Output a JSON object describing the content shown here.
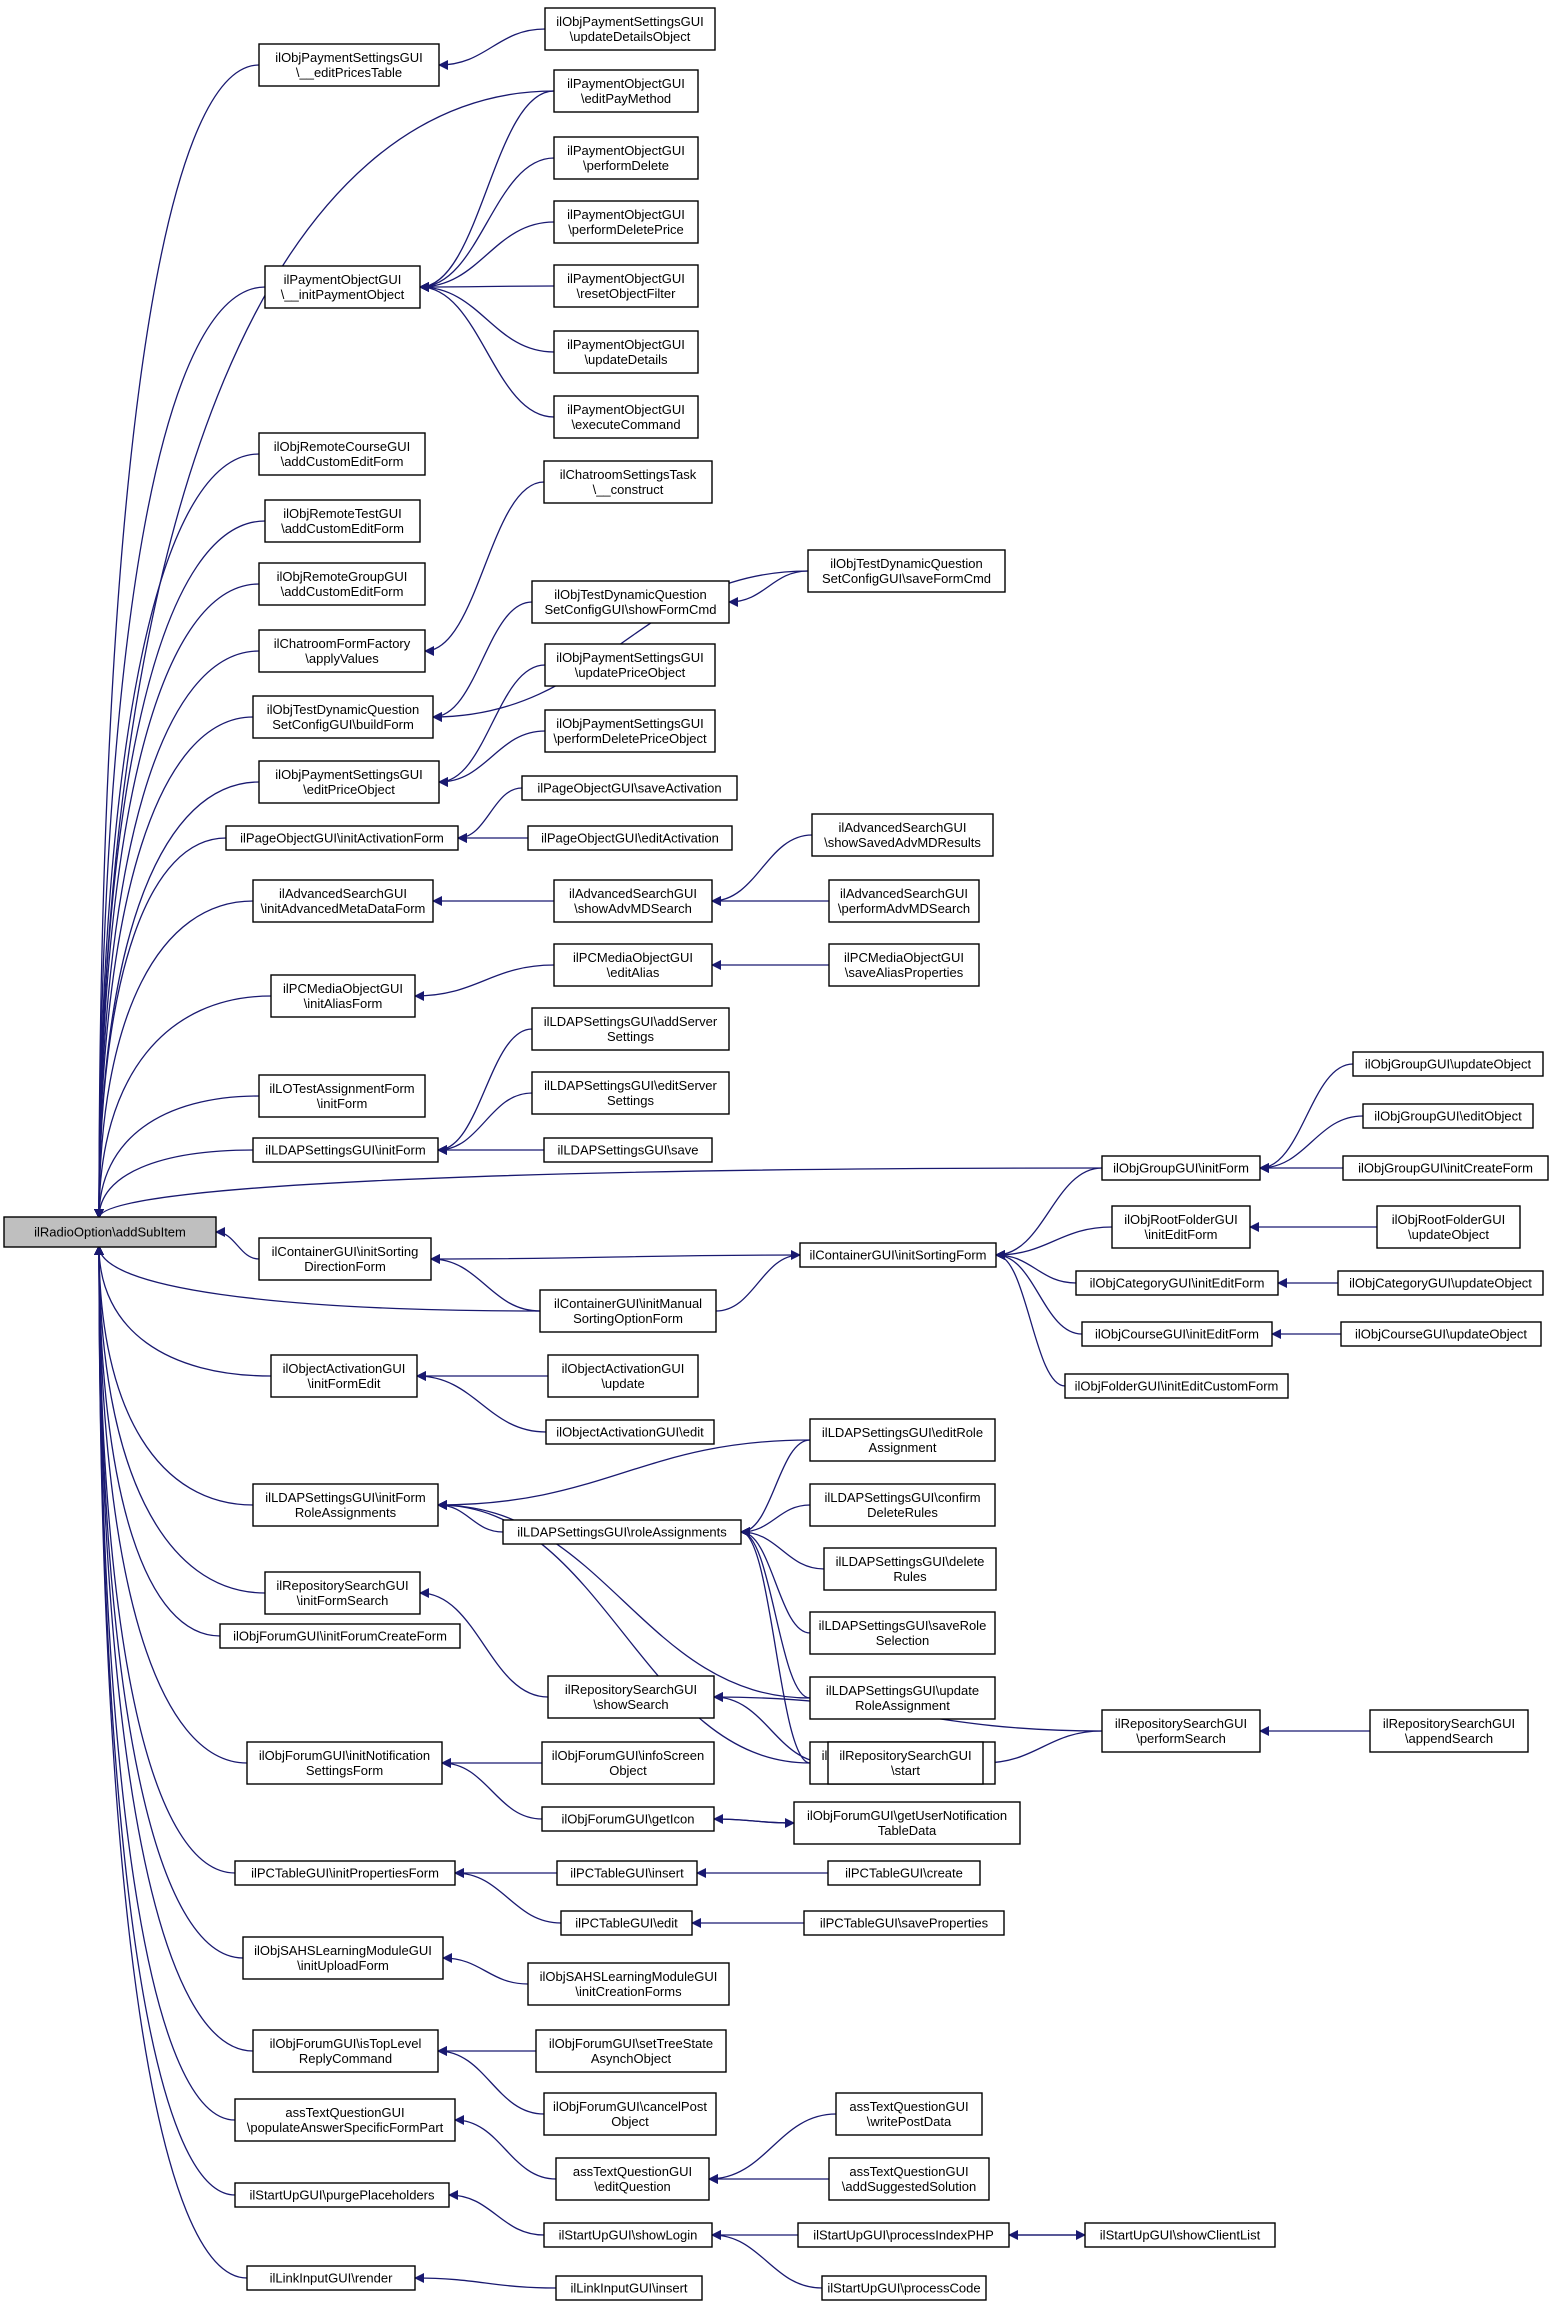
{
  "colors": {
    "edge": "#191970",
    "node_fill": "#ffffff",
    "root_fill": "#bfbfbf",
    "border": "#000000"
  },
  "nodes": [
    {
      "id": "root",
      "lines": [
        "ilRadioOption\\addSubItem"
      ]
    },
    {
      "id": "ps_editPricesTable",
      "lines": [
        "ilObjPaymentSettingsGUI",
        "\\__editPricesTable"
      ]
    },
    {
      "id": "ps_updateDetailsObject",
      "lines": [
        "ilObjPaymentSettingsGUI",
        "\\updateDetailsObject"
      ]
    },
    {
      "id": "po_initPaymentObject",
      "lines": [
        "ilPaymentObjectGUI",
        "\\__initPaymentObject"
      ]
    },
    {
      "id": "po_editPayMethod",
      "lines": [
        "ilPaymentObjectGUI",
        "\\editPayMethod"
      ]
    },
    {
      "id": "po_performDelete",
      "lines": [
        "ilPaymentObjectGUI",
        "\\performDelete"
      ]
    },
    {
      "id": "po_performDeletePrice",
      "lines": [
        "ilPaymentObjectGUI",
        "\\performDeletePrice"
      ]
    },
    {
      "id": "po_resetObjectFilter",
      "lines": [
        "ilPaymentObjectGUI",
        "\\resetObjectFilter"
      ]
    },
    {
      "id": "po_updateDetails",
      "lines": [
        "ilPaymentObjectGUI",
        "\\updateDetails"
      ]
    },
    {
      "id": "po_executeCommand",
      "lines": [
        "ilPaymentObjectGUI",
        "\\executeCommand"
      ]
    },
    {
      "id": "remoteCourse",
      "lines": [
        "ilObjRemoteCourseGUI",
        "\\addCustomEditForm"
      ]
    },
    {
      "id": "remoteTest",
      "lines": [
        "ilObjRemoteTestGUI",
        "\\addCustomEditForm"
      ]
    },
    {
      "id": "remoteGroup",
      "lines": [
        "ilObjRemoteGroupGUI",
        "\\addCustomEditForm"
      ]
    },
    {
      "id": "chatFactory",
      "lines": [
        "ilChatroomFormFactory",
        "\\applyValues"
      ]
    },
    {
      "id": "chatTask",
      "lines": [
        "ilChatroomSettingsTask",
        "\\__construct"
      ]
    },
    {
      "id": "tdq_buildForm",
      "lines": [
        "ilObjTestDynamicQuestion",
        "SetConfigGUI\\buildForm"
      ]
    },
    {
      "id": "tdq_showFormCmd",
      "lines": [
        "ilObjTestDynamicQuestion",
        "SetConfigGUI\\showFormCmd"
      ]
    },
    {
      "id": "tdq_saveFormCmd",
      "lines": [
        "ilObjTestDynamicQuestion",
        "SetConfigGUI\\saveFormCmd"
      ]
    },
    {
      "id": "ps_editPriceObject",
      "lines": [
        "ilObjPaymentSettingsGUI",
        "\\editPriceObject"
      ]
    },
    {
      "id": "ps_updatePriceObject",
      "lines": [
        "ilObjPaymentSettingsGUI",
        "\\updatePriceObject"
      ]
    },
    {
      "id": "ps_performDeletePriceObject",
      "lines": [
        "ilObjPaymentSettingsGUI",
        "\\performDeletePriceObject"
      ]
    },
    {
      "id": "pg_initActivationForm",
      "lines": [
        "ilPageObjectGUI\\initActivationForm"
      ]
    },
    {
      "id": "pg_saveActivation",
      "lines": [
        "ilPageObjectGUI\\saveActivation"
      ]
    },
    {
      "id": "pg_editActivation",
      "lines": [
        "ilPageObjectGUI\\editActivation"
      ]
    },
    {
      "id": "as_initAdvanced",
      "lines": [
        "ilAdvancedSearchGUI",
        "\\initAdvancedMetaDataForm"
      ]
    },
    {
      "id": "as_showAdvMD",
      "lines": [
        "ilAdvancedSearchGUI",
        "\\showAdvMDSearch"
      ]
    },
    {
      "id": "as_showSaved",
      "lines": [
        "ilAdvancedSearchGUI",
        "\\showSavedAdvMDResults"
      ]
    },
    {
      "id": "as_performAdvMD",
      "lines": [
        "ilAdvancedSearchGUI",
        "\\performAdvMDSearch"
      ]
    },
    {
      "id": "pcm_initAliasForm",
      "lines": [
        "ilPCMediaObjectGUI",
        "\\initAliasForm"
      ]
    },
    {
      "id": "pcm_editAlias",
      "lines": [
        "ilPCMediaObjectGUI",
        "\\editAlias"
      ]
    },
    {
      "id": "pcm_saveAlias",
      "lines": [
        "ilPCMediaObjectGUI",
        "\\saveAliasProperties"
      ]
    },
    {
      "id": "lo_initForm",
      "lines": [
        "ilLOTestAssignmentForm",
        "\\initForm"
      ]
    },
    {
      "id": "ldap_initForm",
      "lines": [
        "ilLDAPSettingsGUI\\initForm"
      ]
    },
    {
      "id": "ldap_addServer",
      "lines": [
        "ilLDAPSettingsGUI\\addServer",
        "Settings"
      ]
    },
    {
      "id": "ldap_editServer",
      "lines": [
        "ilLDAPSettingsGUI\\editServer",
        "Settings"
      ]
    },
    {
      "id": "ldap_save",
      "lines": [
        "ilLDAPSettingsGUI\\save"
      ]
    },
    {
      "id": "grp_initForm",
      "lines": [
        "ilObjGroupGUI\\initForm"
      ]
    },
    {
      "id": "grp_updateObject",
      "lines": [
        "ilObjGroupGUI\\updateObject"
      ]
    },
    {
      "id": "grp_editObject",
      "lines": [
        "ilObjGroupGUI\\editObject"
      ]
    },
    {
      "id": "grp_initCreateForm",
      "lines": [
        "ilObjGroupGUI\\initCreateForm"
      ]
    },
    {
      "id": "cont_initSortingDir",
      "lines": [
        "ilContainerGUI\\initSorting",
        "DirectionForm"
      ]
    },
    {
      "id": "cont_initSortingForm",
      "lines": [
        "ilContainerGUI\\initSortingForm"
      ]
    },
    {
      "id": "cont_initManual",
      "lines": [
        "ilContainerGUI\\initManual",
        "SortingOptionForm"
      ]
    },
    {
      "id": "rf_initEditForm",
      "lines": [
        "ilObjRootFolderGUI",
        "\\initEditForm"
      ]
    },
    {
      "id": "rf_updateObject",
      "lines": [
        "ilObjRootFolderGUI",
        "\\updateObject"
      ]
    },
    {
      "id": "cat_initEditForm",
      "lines": [
        "ilObjCategoryGUI\\initEditForm"
      ]
    },
    {
      "id": "cat_updateObject",
      "lines": [
        "ilObjCategoryGUI\\updateObject"
      ]
    },
    {
      "id": "crs_initEditForm",
      "lines": [
        "ilObjCourseGUI\\initEditForm"
      ]
    },
    {
      "id": "crs_updateObject",
      "lines": [
        "ilObjCourseGUI\\updateObject"
      ]
    },
    {
      "id": "fold_initEditCustom",
      "lines": [
        "ilObjFolderGUI\\initEditCustomForm"
      ]
    },
    {
      "id": "oa_initFormEdit",
      "lines": [
        "ilObjectActivationGUI",
        "\\initFormEdit"
      ]
    },
    {
      "id": "oa_update",
      "lines": [
        "ilObjectActivationGUI",
        "\\update"
      ]
    },
    {
      "id": "oa_edit",
      "lines": [
        "ilObjectActivationGUI\\edit"
      ]
    },
    {
      "id": "ldap_initFormRole",
      "lines": [
        "ilLDAPSettingsGUI\\initForm",
        "RoleAssignments"
      ]
    },
    {
      "id": "ldap_roleAssignments",
      "lines": [
        "ilLDAPSettingsGUI\\roleAssignments"
      ]
    },
    {
      "id": "ldap_editRole",
      "lines": [
        "ilLDAPSettingsGUI\\editRole",
        "Assignment"
      ]
    },
    {
      "id": "ldap_confirmDelete",
      "lines": [
        "ilLDAPSettingsGUI\\confirm",
        "DeleteRules"
      ]
    },
    {
      "id": "ldap_deleteRules",
      "lines": [
        "ilLDAPSettingsGUI\\delete",
        "Rules"
      ]
    },
    {
      "id": "ldap_saveRoleSel",
      "lines": [
        "ilLDAPSettingsGUI\\saveRole",
        "Selection"
      ]
    },
    {
      "id": "ldap_updateRole",
      "lines": [
        "ilLDAPSettingsGUI\\update",
        "RoleAssignment"
      ]
    },
    {
      "id": "ldap_addRole",
      "lines": [
        "ilLDAPSettingsGUI\\addRole",
        "Assignment"
      ]
    },
    {
      "id": "rs_initFormSearch",
      "lines": [
        "ilRepositorySearchGUI",
        "\\initFormSearch"
      ]
    },
    {
      "id": "forum_initCreate",
      "lines": [
        "ilObjForumGUI\\initForumCreateForm"
      ]
    },
    {
      "id": "rs_showSearch",
      "lines": [
        "ilRepositorySearchGUI",
        "\\showSearch"
      ]
    },
    {
      "id": "rs_start",
      "lines": [
        "ilRepositorySearchGUI",
        "\\start"
      ]
    },
    {
      "id": "rs_performSearch",
      "lines": [
        "ilRepositorySearchGUI",
        "\\performSearch"
      ]
    },
    {
      "id": "rs_appendSearch",
      "lines": [
        "ilRepositorySearchGUI",
        "\\appendSearch"
      ]
    },
    {
      "id": "forum_initNotif",
      "lines": [
        "ilObjForumGUI\\initNotification",
        "SettingsForm"
      ]
    },
    {
      "id": "forum_infoScreen",
      "lines": [
        "ilObjForumGUI\\infoScreen",
        "Object"
      ]
    },
    {
      "id": "forum_getIcon",
      "lines": [
        "ilObjForumGUI\\getIcon"
      ]
    },
    {
      "id": "forum_getUserNotif",
      "lines": [
        "ilObjForumGUI\\getUserNotification",
        "TableData"
      ]
    },
    {
      "id": "pct_initProps",
      "lines": [
        "ilPCTableGUI\\initPropertiesForm"
      ]
    },
    {
      "id": "pct_insert",
      "lines": [
        "ilPCTableGUI\\insert"
      ]
    },
    {
      "id": "pct_create",
      "lines": [
        "ilPCTableGUI\\create"
      ]
    },
    {
      "id": "pct_edit",
      "lines": [
        "ilPCTableGUI\\edit"
      ]
    },
    {
      "id": "pct_saveProps",
      "lines": [
        "ilPCTableGUI\\saveProperties"
      ]
    },
    {
      "id": "sahs_initUpload",
      "lines": [
        "ilObjSAHSLearningModuleGUI",
        "\\initUploadForm"
      ]
    },
    {
      "id": "sahs_initCreation",
      "lines": [
        "ilObjSAHSLearningModuleGUI",
        "\\initCreationForms"
      ]
    },
    {
      "id": "forum_isTopLevel",
      "lines": [
        "ilObjForumGUI\\isTopLevel",
        "ReplyCommand"
      ]
    },
    {
      "id": "forum_setTreeState",
      "lines": [
        "ilObjForumGUI\\setTreeState",
        "AsynchObject"
      ]
    },
    {
      "id": "forum_cancelPost",
      "lines": [
        "ilObjForumGUI\\cancelPost",
        "Object"
      ]
    },
    {
      "id": "atq_populate",
      "lines": [
        "assTextQuestionGUI",
        "\\populateAnswerSpecificFormPart"
      ]
    },
    {
      "id": "atq_editQuestion",
      "lines": [
        "assTextQuestionGUI",
        "\\editQuestion"
      ]
    },
    {
      "id": "atq_writePostData",
      "lines": [
        "assTextQuestionGUI",
        "\\writePostData"
      ]
    },
    {
      "id": "atq_addSuggested",
      "lines": [
        "assTextQuestionGUI",
        "\\addSuggestedSolution"
      ]
    },
    {
      "id": "su_purge",
      "lines": [
        "ilStartUpGUI\\purgePlaceholders"
      ]
    },
    {
      "id": "su_showLogin",
      "lines": [
        "ilStartUpGUI\\showLogin"
      ]
    },
    {
      "id": "su_processIndex",
      "lines": [
        "ilStartUpGUI\\processIndexPHP"
      ]
    },
    {
      "id": "su_showClientList",
      "lines": [
        "ilStartUpGUI\\showClientList"
      ]
    },
    {
      "id": "su_processCode",
      "lines": [
        "ilStartUpGUI\\processCode"
      ]
    },
    {
      "id": "link_render",
      "lines": [
        "ilLinkInputGUI\\render"
      ]
    },
    {
      "id": "link_insert",
      "lines": [
        "ilLinkInputGUI\\insert"
      ]
    }
  ],
  "edges": [
    [
      "ps_editPricesTable",
      "root"
    ],
    [
      "ps_updateDetailsObject",
      "ps_editPricesTable"
    ],
    [
      "po_editPayMethod",
      "root"
    ],
    [
      "po_initPaymentObject",
      "root"
    ],
    [
      "po_editPayMethod",
      "po_initPaymentObject"
    ],
    [
      "po_performDelete",
      "po_initPaymentObject"
    ],
    [
      "po_performDeletePrice",
      "po_initPaymentObject"
    ],
    [
      "po_resetObjectFilter",
      "po_initPaymentObject"
    ],
    [
      "po_updateDetails",
      "po_initPaymentObject"
    ],
    [
      "po_executeCommand",
      "po_initPaymentObject"
    ],
    [
      "remoteCourse",
      "root"
    ],
    [
      "remoteTest",
      "root"
    ],
    [
      "remoteGroup",
      "root"
    ],
    [
      "chatFactory",
      "root"
    ],
    [
      "chatTask",
      "chatFactory"
    ],
    [
      "tdq_buildForm",
      "root"
    ],
    [
      "tdq_showFormCmd",
      "tdq_buildForm"
    ],
    [
      "tdq_saveFormCmd",
      "tdq_buildForm"
    ],
    [
      "tdq_saveFormCmd",
      "tdq_showFormCmd"
    ],
    [
      "ps_editPriceObject",
      "root"
    ],
    [
      "ps_updatePriceObject",
      "ps_editPriceObject"
    ],
    [
      "ps_performDeletePriceObject",
      "ps_editPriceObject"
    ],
    [
      "pg_initActivationForm",
      "root"
    ],
    [
      "pg_saveActivation",
      "pg_initActivationForm"
    ],
    [
      "pg_editActivation",
      "pg_initActivationForm"
    ],
    [
      "as_initAdvanced",
      "root"
    ],
    [
      "as_showAdvMD",
      "as_initAdvanced"
    ],
    [
      "as_showSaved",
      "as_showAdvMD"
    ],
    [
      "as_performAdvMD",
      "as_showAdvMD"
    ],
    [
      "pcm_initAliasForm",
      "root"
    ],
    [
      "pcm_editAlias",
      "pcm_initAliasForm"
    ],
    [
      "pcm_saveAlias",
      "pcm_editAlias"
    ],
    [
      "lo_initForm",
      "root"
    ],
    [
      "ldap_initForm",
      "root"
    ],
    [
      "ldap_addServer",
      "ldap_initForm"
    ],
    [
      "ldap_editServer",
      "ldap_initForm"
    ],
    [
      "ldap_save",
      "ldap_initForm"
    ],
    [
      "grp_initForm",
      "root"
    ],
    [
      "grp_updateObject",
      "grp_initForm"
    ],
    [
      "grp_editObject",
      "grp_initForm"
    ],
    [
      "grp_initCreateForm",
      "grp_initForm"
    ],
    [
      "cont_initSortingDir",
      "root"
    ],
    [
      "cont_initSortingForm",
      "cont_initSortingDir"
    ],
    [
      "cont_initManual",
      "cont_initSortingDir"
    ],
    [
      "cont_initManual",
      "root"
    ],
    [
      "cont_initManual",
      "cont_initSortingForm"
    ],
    [
      "grp_initForm",
      "cont_initSortingForm"
    ],
    [
      "rf_initEditForm",
      "cont_initSortingForm"
    ],
    [
      "cat_initEditForm",
      "cont_initSortingForm"
    ],
    [
      "crs_initEditForm",
      "cont_initSortingForm"
    ],
    [
      "fold_initEditCustom",
      "cont_initSortingForm"
    ],
    [
      "rf_updateObject",
      "rf_initEditForm"
    ],
    [
      "cat_updateObject",
      "cat_initEditForm"
    ],
    [
      "crs_updateObject",
      "crs_initEditForm"
    ],
    [
      "oa_initFormEdit",
      "root"
    ],
    [
      "oa_update",
      "oa_initFormEdit"
    ],
    [
      "oa_edit",
      "oa_initFormEdit"
    ],
    [
      "ldap_initFormRole",
      "root"
    ],
    [
      "ldap_roleAssignments",
      "ldap_initFormRole"
    ],
    [
      "ldap_editRole",
      "ldap_initFormRole"
    ],
    [
      "ldap_updateRole",
      "ldap_initFormRole"
    ],
    [
      "ldap_addRole",
      "ldap_initFormRole"
    ],
    [
      "ldap_editRole",
      "ldap_roleAssignments"
    ],
    [
      "ldap_confirmDelete",
      "ldap_roleAssignments"
    ],
    [
      "ldap_deleteRules",
      "ldap_roleAssignments"
    ],
    [
      "ldap_saveRoleSel",
      "ldap_roleAssignments"
    ],
    [
      "ldap_updateRole",
      "ldap_roleAssignments"
    ],
    [
      "ldap_addRole",
      "ldap_roleAssignments"
    ],
    [
      "rs_initFormSearch",
      "root"
    ],
    [
      "rs_showSearch",
      "rs_initFormSearch"
    ],
    [
      "forum_initCreate",
      "root"
    ],
    [
      "rs_performSearch",
      "rs_showSearch"
    ],
    [
      "rs_start",
      "rs_showSearch"
    ],
    [
      "rs_performSearch",
      "rs_start"
    ],
    [
      "rs_appendSearch",
      "rs_performSearch"
    ],
    [
      "forum_initNotif",
      "root"
    ],
    [
      "forum_infoScreen",
      "forum_initNotif"
    ],
    [
      "forum_getIcon",
      "forum_initNotif"
    ],
    [
      "forum_getUserNotif",
      "forum_getIcon"
    ],
    [
      "forum_getIcon",
      "forum_getUserNotif"
    ],
    [
      "pct_initProps",
      "root"
    ],
    [
      "pct_insert",
      "pct_initProps"
    ],
    [
      "pct_edit",
      "pct_initProps"
    ],
    [
      "pct_create",
      "pct_insert"
    ],
    [
      "pct_saveProps",
      "pct_edit"
    ],
    [
      "sahs_initUpload",
      "root"
    ],
    [
      "sahs_initCreation",
      "sahs_initUpload"
    ],
    [
      "forum_isTopLevel",
      "root"
    ],
    [
      "forum_setTreeState",
      "forum_isTopLevel"
    ],
    [
      "forum_cancelPost",
      "forum_isTopLevel"
    ],
    [
      "atq_populate",
      "root"
    ],
    [
      "atq_editQuestion",
      "atq_populate"
    ],
    [
      "atq_writePostData",
      "atq_editQuestion"
    ],
    [
      "atq_addSuggested",
      "atq_editQuestion"
    ],
    [
      "su_purge",
      "root"
    ],
    [
      "su_showLogin",
      "su_purge"
    ],
    [
      "su_processIndex",
      "su_showLogin"
    ],
    [
      "su_processCode",
      "su_showLogin"
    ],
    [
      "su_showClientList",
      "su_processIndex"
    ],
    [
      "su_processIndex",
      "su_showClientList"
    ],
    [
      "link_render",
      "root"
    ],
    [
      "link_insert",
      "link_render"
    ]
  ]
}
